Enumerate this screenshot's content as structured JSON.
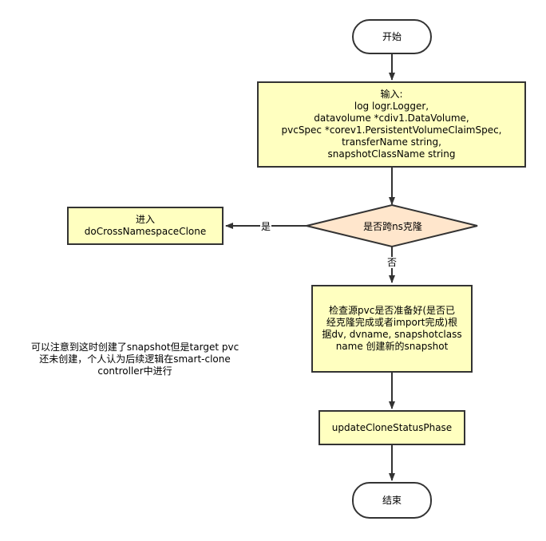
{
  "nodes": {
    "start": "开始",
    "input": {
      "lines": [
        "输入:",
        "log logr.Logger,",
        "datavolume *cdiv1.DataVolume,",
        "pvcSpec *corev1.PersistentVolumeClaimSpec,",
        "transferName string,",
        "snapshotClassName string"
      ]
    },
    "decision": "是否跨ns克隆",
    "cross_ns": {
      "lines": [
        "进入",
        "doCrossNamespaceClone"
      ]
    },
    "check_source": {
      "lines": [
        "检查源pvc是否准备好(是否已",
        "经克隆完成或者import完成)根",
        "据dv, dvname, snapshotclass",
        "name 创建新的snapshot"
      ]
    },
    "update_phase": "updateCloneStatusPhase",
    "end": "结束"
  },
  "edges": {
    "yes_label": "是",
    "no_label": "否"
  },
  "note": {
    "lines": [
      "可以注意到这时创建了snapshot但是target pvc",
      "还未创建，个人认为后续逻辑在smart-clone",
      "controller中进行"
    ]
  },
  "colors": {
    "process_fill": "#ffffc0",
    "decision_fill": "#ffe6cc",
    "stroke": "#333333"
  }
}
